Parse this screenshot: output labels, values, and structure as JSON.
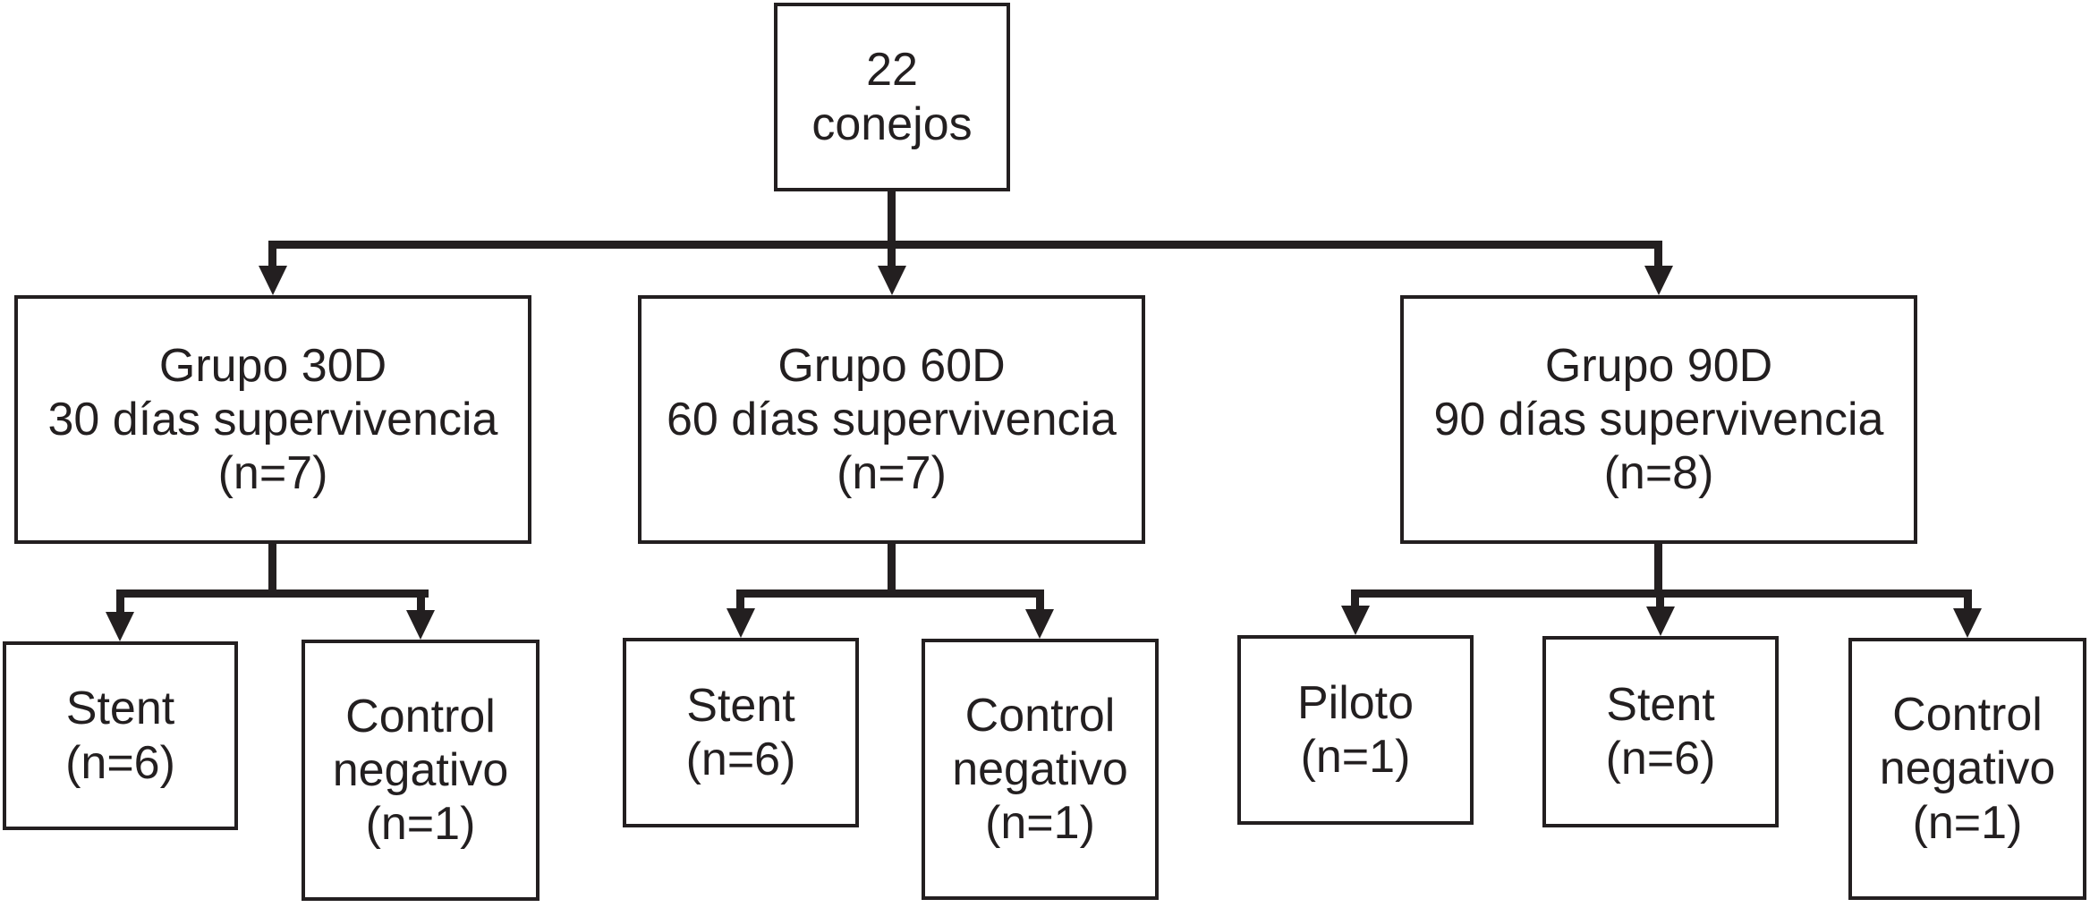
{
  "diagram": {
    "background_color": "#ffffff",
    "line_color": "#231f20",
    "root": {
      "label": "22\nconejos",
      "n": 22
    },
    "groups": [
      {
        "id": "grupo-30d",
        "label": "Grupo 30D\n30 días supervivencia\n(n=7)",
        "n": 7,
        "children": [
          {
            "id": "stent-30d",
            "label": "Stent\n(n=6)",
            "n": 6
          },
          {
            "id": "control-negativo-30d",
            "label": "Control\nnegativo\n(n=1)",
            "n": 1
          }
        ]
      },
      {
        "id": "grupo-60d",
        "label": "Grupo 60D\n60 días supervivencia\n(n=7)",
        "n": 7,
        "children": [
          {
            "id": "stent-60d",
            "label": "Stent\n(n=6)",
            "n": 6
          },
          {
            "id": "control-negativo-60d",
            "label": "Control\nnegativo\n(n=1)",
            "n": 1
          }
        ]
      },
      {
        "id": "grupo-90d",
        "label": "Grupo 90D\n90 días supervivencia\n(n=8)",
        "n": 8,
        "children": [
          {
            "id": "piloto-90d",
            "label": "Piloto\n(n=1)",
            "n": 1
          },
          {
            "id": "stent-90d",
            "label": "Stent\n(n=6)",
            "n": 6
          },
          {
            "id": "control-negativo-90d",
            "label": "Control\nnegativo\n(n=1)",
            "n": 1
          }
        ]
      }
    ]
  }
}
